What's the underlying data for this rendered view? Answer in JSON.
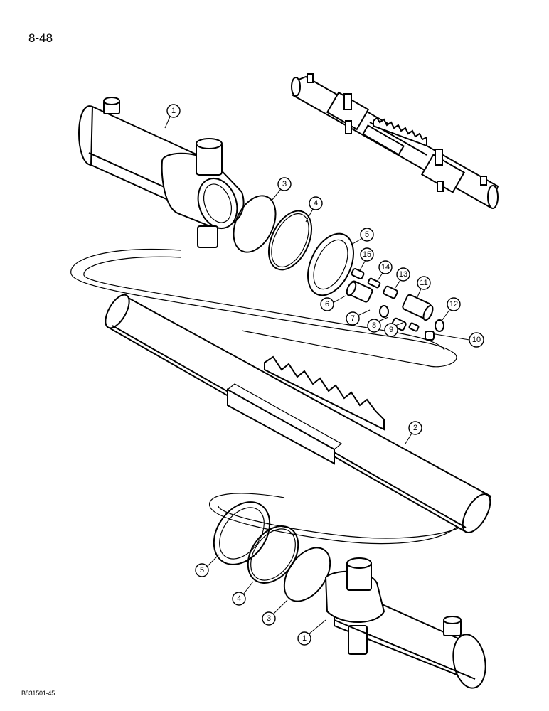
{
  "page": {
    "page_number": "8-48",
    "figure_code": "B831501-45"
  },
  "callouts": [
    {
      "id": "c1-top",
      "label": "1"
    },
    {
      "id": "c3-top",
      "label": "3"
    },
    {
      "id": "c4-top",
      "label": "4"
    },
    {
      "id": "c5-top",
      "label": "5"
    },
    {
      "id": "c15",
      "label": "15"
    },
    {
      "id": "c14",
      "label": "14"
    },
    {
      "id": "c13",
      "label": "13"
    },
    {
      "id": "c11",
      "label": "11"
    },
    {
      "id": "c12",
      "label": "12"
    },
    {
      "id": "c6",
      "label": "6"
    },
    {
      "id": "c7",
      "label": "7"
    },
    {
      "id": "c8",
      "label": "8"
    },
    {
      "id": "c9",
      "label": "9"
    },
    {
      "id": "c10",
      "label": "10"
    },
    {
      "id": "c2",
      "label": "2"
    },
    {
      "id": "c5-bot",
      "label": "5"
    },
    {
      "id": "c4-bot",
      "label": "4"
    },
    {
      "id": "c3-bot",
      "label": "3"
    },
    {
      "id": "c1-bot",
      "label": "1"
    }
  ]
}
